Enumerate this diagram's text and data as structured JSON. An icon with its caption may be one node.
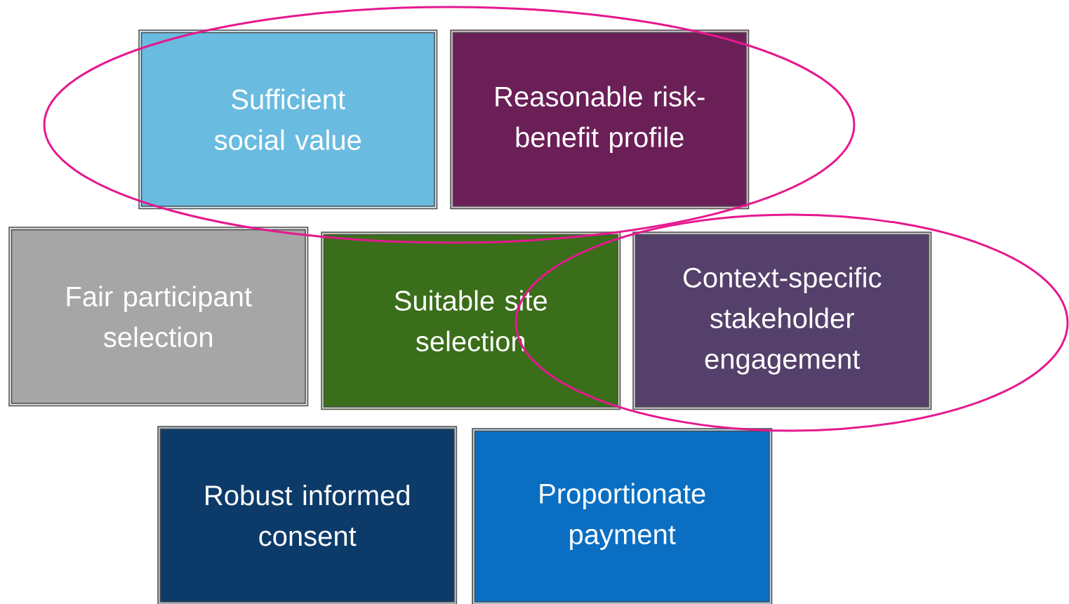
{
  "diagram": {
    "nodes": [
      {
        "text": [
          "Sufficient social value"
        ]
      },
      {
        "text": [
          "Reasonable risk-benefit profile"
        ]
      },
      {
        "text": [
          "Fair participant selection"
        ]
      },
      {
        "text": [
          "Suitable site selection"
        ]
      },
      {
        "text": [
          "Context-specific stakeholder engagement"
        ]
      },
      {
        "text": [
          "Robust informed consent"
        ]
      },
      {
        "text": [
          "Proportionate payment"
        ]
      }
    ]
  }
}
